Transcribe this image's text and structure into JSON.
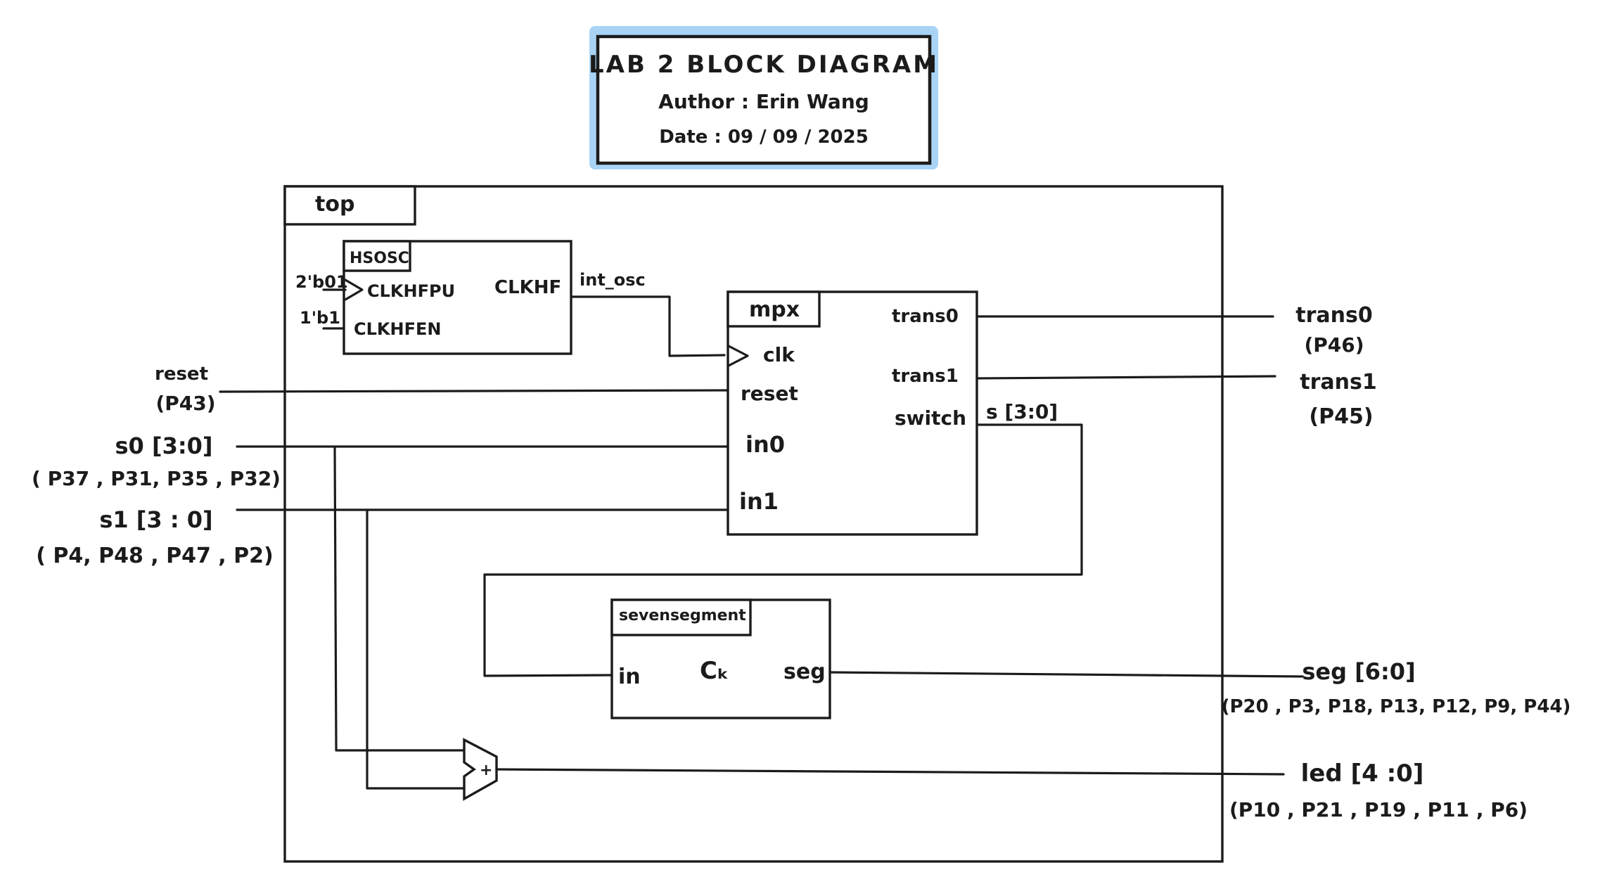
{
  "title_block": {
    "title": "LAB 2 BLOCK DIAGRAM",
    "author": "Author : Erin Wang",
    "date": "Date : 09 / 09 / 2025",
    "highlight_color": "#a9d3f5"
  },
  "top": {
    "label": "top"
  },
  "hsosc": {
    "label": "HSOSC",
    "port_clkhfpu": "CLKHFPU",
    "port_clkhfen": "CLKHFEN",
    "port_clkhf": "CLKHF",
    "const_clkhfpu": "2'b01",
    "const_clkhfen": "1'b1"
  },
  "wire_int_osc": "int_osc",
  "mpx": {
    "label": "mpx",
    "port_clk": "clk",
    "port_reset": "reset",
    "port_in0": "in0",
    "port_in1": "in1",
    "port_trans0": "trans0",
    "port_trans1": "trans1",
    "port_switch": "switch"
  },
  "wire_s": "s [3:0]",
  "sevensegment": {
    "label": "sevensegment",
    "port_in": "in",
    "port_seg": "seg",
    "icon_text": "Cₖ"
  },
  "adder": {
    "symbol": "+"
  },
  "inputs": {
    "reset": {
      "name": "reset",
      "pins": "(P43)"
    },
    "s0": {
      "name": "s0 [3:0]",
      "pins": "( P37 , P31, P35 , P32)"
    },
    "s1": {
      "name": "s1 [3 : 0]",
      "pins": "( P4, P48 , P47 , P2)"
    }
  },
  "outputs": {
    "trans0": {
      "name": "trans0",
      "pins": "(P46)"
    },
    "trans1": {
      "name": "trans1",
      "pins": "(P45)"
    },
    "seg": {
      "name": "seg [6:0]",
      "pins": "(P20 , P3, P18, P13, P12,  P9, P44)"
    },
    "led": {
      "name": "led [4 :0]",
      "pins": "(P10 , P21 , P19 ,  P11 , P6)"
    }
  }
}
